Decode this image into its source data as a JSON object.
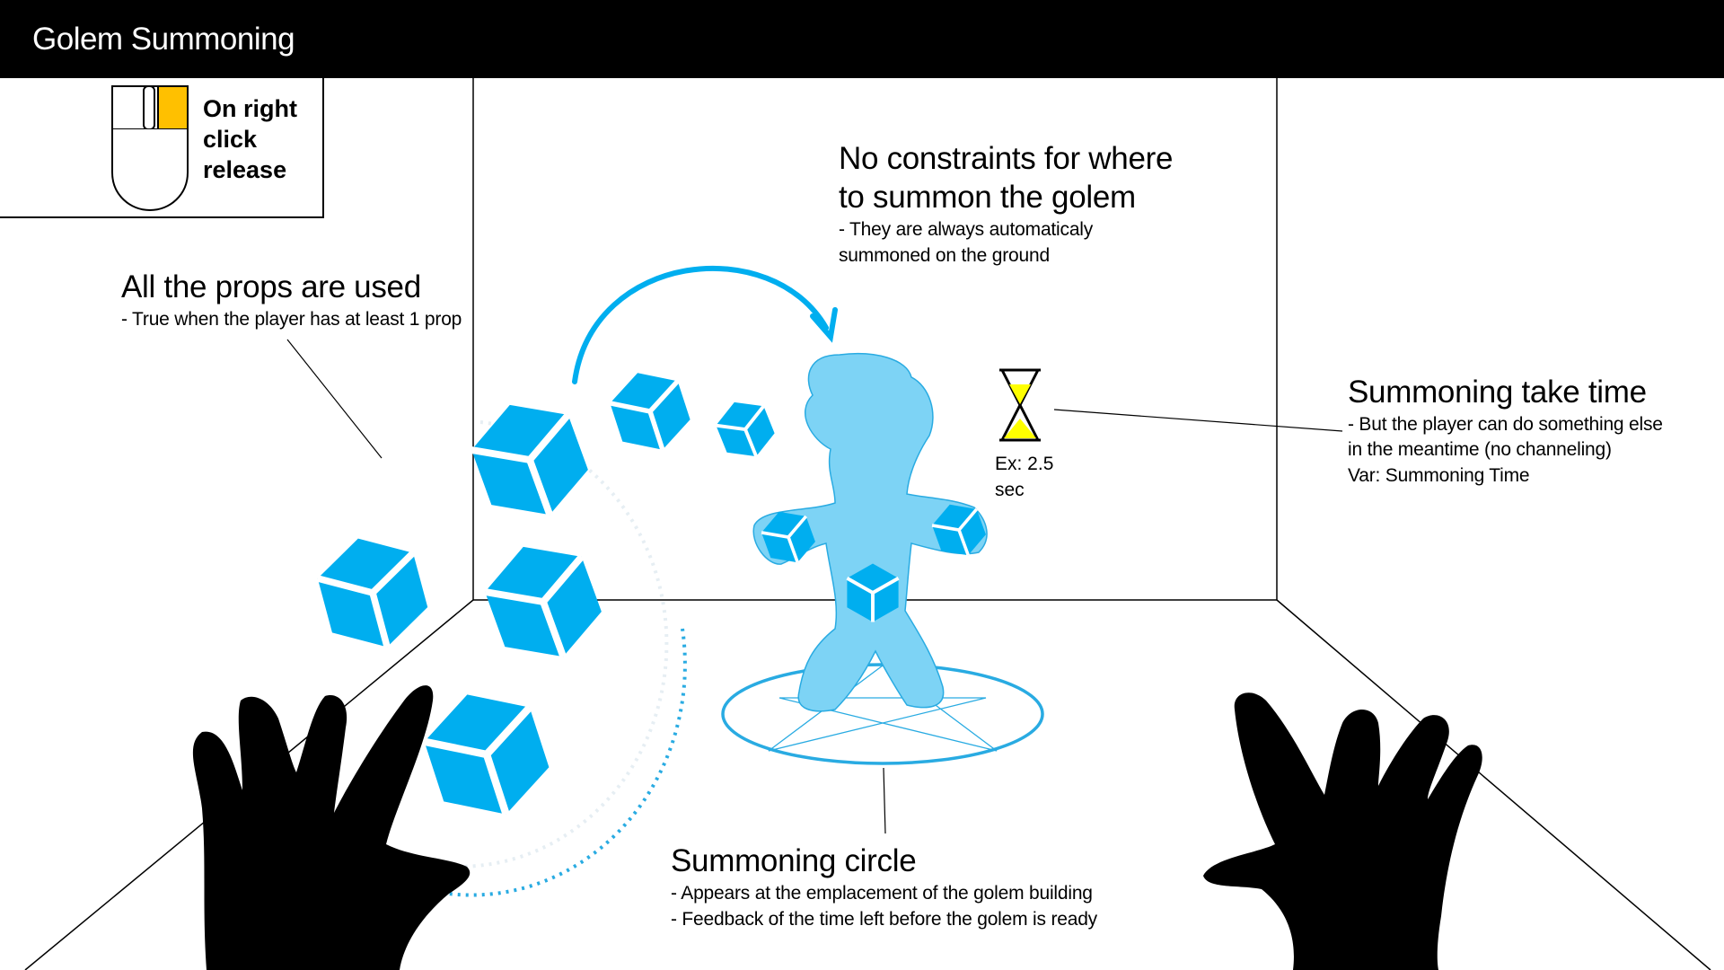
{
  "header": {
    "title": "Golem Summoning"
  },
  "input": {
    "label": "On right click release",
    "device": "mouse-icon",
    "highlight_color": "#FFC000"
  },
  "annotations": {
    "props": {
      "title": "All the props are used",
      "note": "- True when the player has at least 1 prop"
    },
    "constraints": {
      "title_line1": "No constraints for where",
      "title_line2": "to summon the golem",
      "note_line1": "- They are always automaticaly",
      "note_line2": "summoned on the ground"
    },
    "time": {
      "title": "Summoning take time",
      "note_line1": "- But the player can do something else",
      "note_line2": "in the meantime (no channeling)",
      "note_line3": "Var: Summoning Time"
    },
    "hourglass": {
      "line1": "Ex: 2.5",
      "line2": "sec",
      "icon": "hourglass-icon",
      "color": "#FFFF00"
    },
    "circle": {
      "title": "Summoning circle",
      "note_line1": "- Appears at the emplacement of the golem building",
      "note_line2": "- Feedback of the time left before the golem is ready"
    }
  },
  "colors": {
    "prop_blue": "#00AEEF",
    "golem_blue": "#7DD3F5",
    "circle_blue": "#29ABE2",
    "hand": "#000000"
  }
}
